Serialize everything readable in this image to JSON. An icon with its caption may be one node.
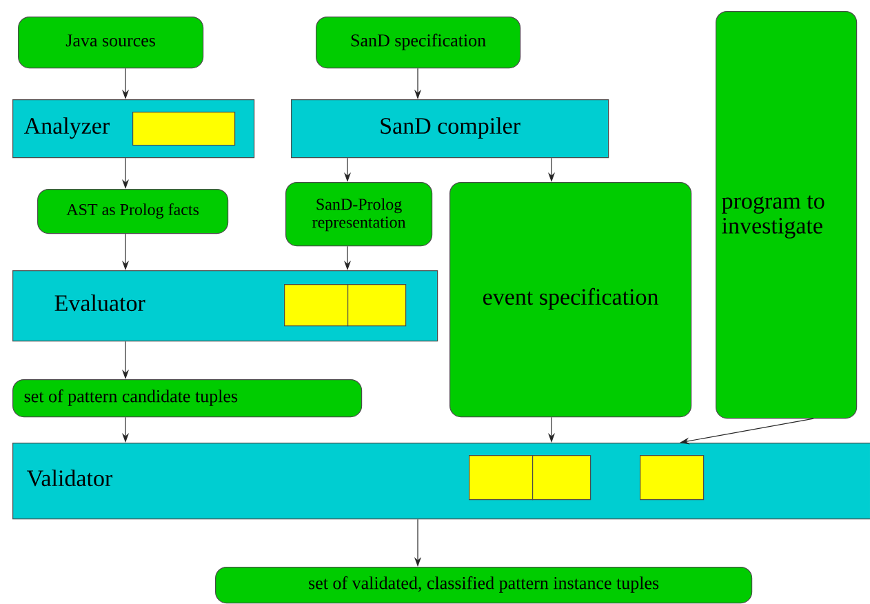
{
  "diagram": {
    "nodes": [
      {
        "text": [
          "Java sources"
        ]
      },
      {
        "text": [
          "SanD specification"
        ]
      },
      {
        "text": [
          "program to investigate"
        ]
      },
      {
        "text": [
          "Analyzer"
        ]
      },
      {
        "text": [],
        "shape": "box",
        "in": 3
      },
      {
        "text": [
          "SanD compiler"
        ]
      },
      {
        "text": [
          "AST as Prolog facts"
        ]
      },
      {
        "text": [
          "SanD-Prolog representation"
        ]
      },
      {
        "text": [
          "event specification"
        ]
      },
      {
        "text": [
          "Evaluator"
        ]
      },
      {
        "text": [],
        "shape": "box",
        "in": 9
      },
      {
        "text": [],
        "shape": "box",
        "in": 9
      },
      {
        "text": [
          "set of pattern candidate tuples"
        ]
      },
      {
        "text": [
          "Validator"
        ]
      },
      {
        "text": [],
        "shape": "box",
        "in": 13
      },
      {
        "text": [],
        "shape": "box",
        "in": 13
      },
      {
        "text": [],
        "shape": "box",
        "in": 13
      },
      {
        "text": [
          "set of validated, classified pattern instance tuples"
        ]
      }
    ],
    "edges": [
      {
        "from": 0,
        "to": 3,
        "arrow": "to"
      },
      {
        "from": 1,
        "to": 5,
        "arrow": "to"
      },
      {
        "from": 3,
        "to": 6,
        "arrow": "to"
      },
      {
        "from": 5,
        "to": 7,
        "arrow": "to"
      },
      {
        "from": 5,
        "to": 8,
        "arrow": "to"
      },
      {
        "from": 6,
        "to": 9,
        "arrow": "to"
      },
      {
        "from": 7,
        "to": 9,
        "arrow": "to"
      },
      {
        "from": 9,
        "to": 12,
        "arrow": "to"
      },
      {
        "from": 12,
        "to": 13,
        "arrow": "to"
      },
      {
        "from": 8,
        "to": 13,
        "arrow": "to"
      },
      {
        "from": 2,
        "to": 13,
        "arrow": "to"
      },
      {
        "from": 13,
        "to": 17,
        "arrow": "to"
      }
    ]
  }
}
